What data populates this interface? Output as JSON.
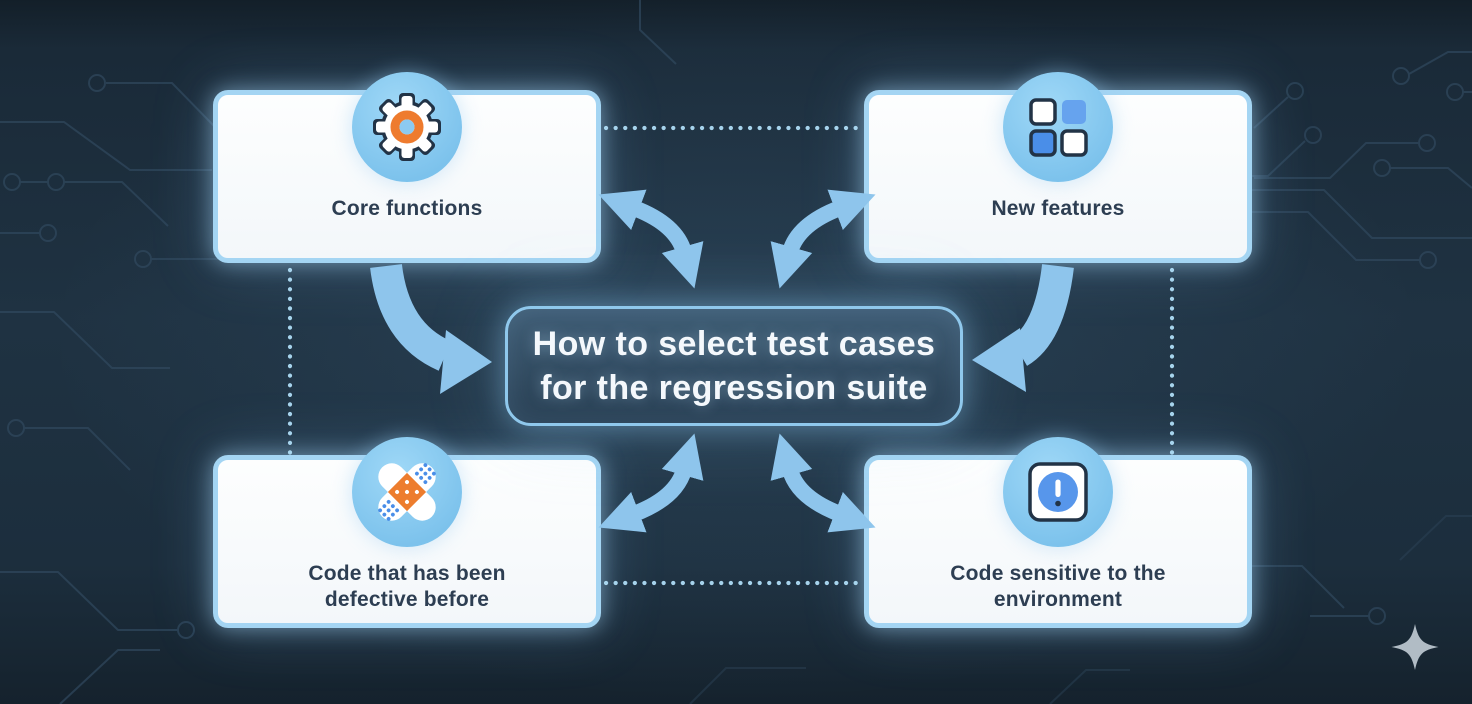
{
  "diagram": {
    "title_line1": "How to select test cases",
    "title_line2": "for the regression suite",
    "cards": [
      {
        "id": "core-functions",
        "label": "Core functions",
        "label2": "",
        "icon": "gear-icon"
      },
      {
        "id": "new-features",
        "label": "New features",
        "label2": "",
        "icon": "feature-grid-icon"
      },
      {
        "id": "defective-code",
        "label": "Code that has been",
        "label2": "defective before",
        "icon": "bandage-icon"
      },
      {
        "id": "environment-sensitive",
        "label": "Code sensitive to the",
        "label2": "environment",
        "icon": "alert-icon"
      }
    ],
    "colors": {
      "background": "#1f3242",
      "card_fill": "#f8fafc",
      "card_border": "#a4d5f3",
      "badge_circle": "#85c8ef",
      "arrow": "#8ec5ec",
      "accent_orange": "#ee7b2e",
      "accent_blue": "#4a8ee8",
      "title_text": "#f4f8fc",
      "card_text": "#2d3e52",
      "circuit_line": "#31495f",
      "dotted_line": "#aedcf5",
      "sparkle": "#b9c4ce"
    }
  }
}
